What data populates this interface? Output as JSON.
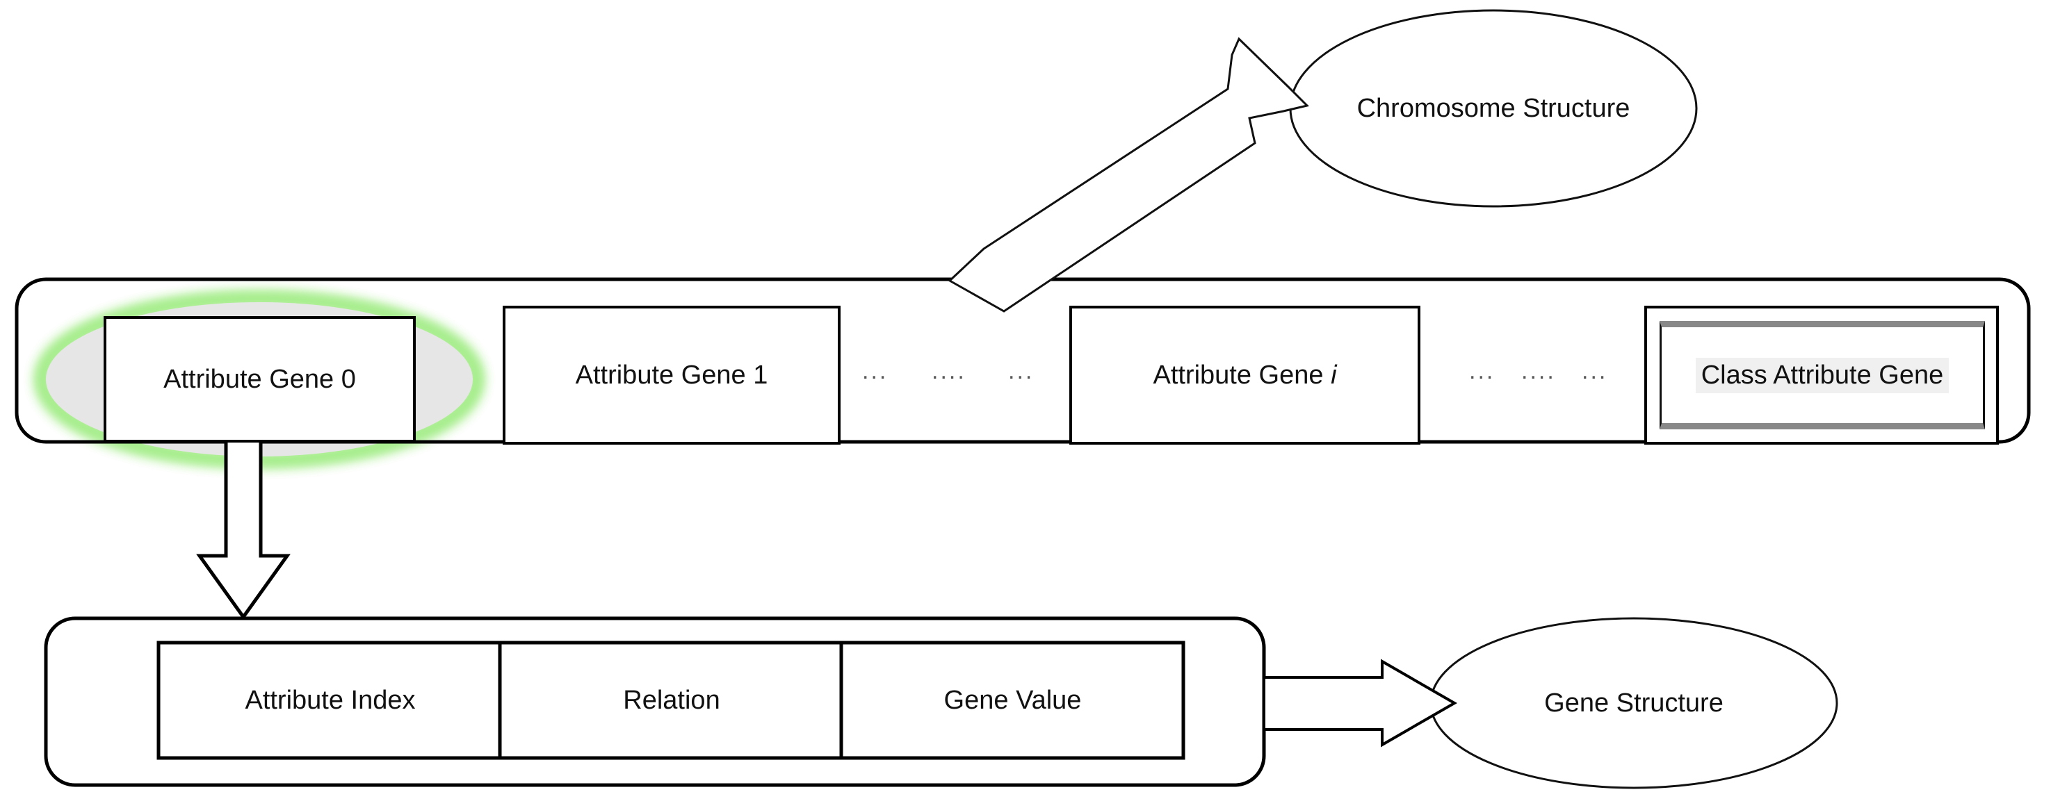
{
  "diagram": {
    "title_hidden": "",
    "colors": {
      "stroke": "#000000",
      "thin_stroke": "#222222",
      "highlight_fill": "#e6e6e6",
      "highlight_glow": "#b6f0a0",
      "class_inner_bar": "#888888",
      "class_text_bg": "#f0f0f0",
      "background": "#ffffff"
    },
    "chromosome": {
      "container_name": "chromosome-container",
      "callout_label": "Chromosome Structure",
      "genes": [
        {
          "label": "Attribute Gene 0",
          "highlighted": true,
          "italic_suffix": ""
        },
        {
          "label": "Attribute Gene 1",
          "highlighted": false,
          "italic_suffix": ""
        },
        {
          "label": "Attribute Gene ",
          "highlighted": false,
          "italic_suffix": "i"
        }
      ],
      "class_gene": {
        "label": "Class Attribute Gene",
        "selected": true
      },
      "ellipses_groups": [
        "...",
        "....",
        "...",
        "...",
        "....",
        "..."
      ]
    },
    "gene": {
      "container_name": "gene-container",
      "callout_label": "Gene Structure",
      "fields": [
        "Attribute Index",
        "Relation",
        "Gene Value"
      ]
    }
  }
}
